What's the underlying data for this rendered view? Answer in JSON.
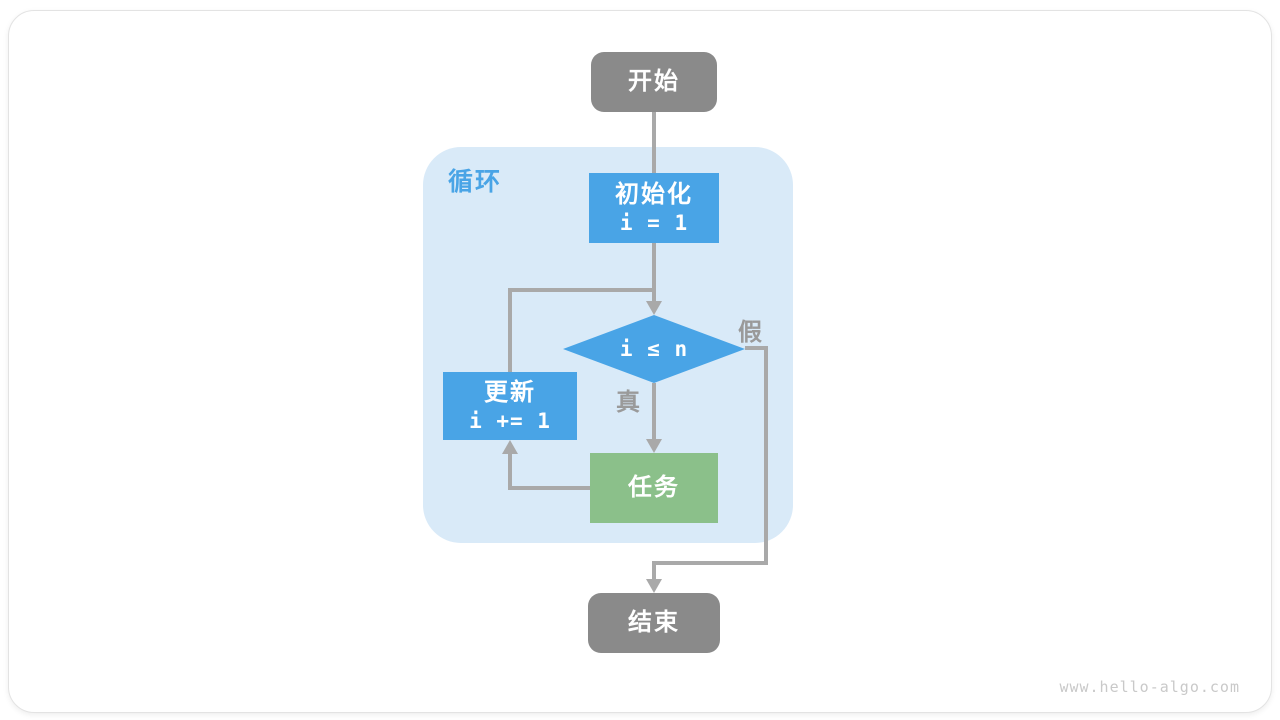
{
  "page": {
    "watermark": "www.hello-algo.com"
  },
  "flowchart": {
    "start": {
      "label": "开始"
    },
    "loop_region": {
      "label": "循环"
    },
    "init": {
      "title": "初始化",
      "code": "i = 1"
    },
    "condition": {
      "label": "i ≤ n"
    },
    "branch_true": {
      "label": "真"
    },
    "branch_false": {
      "label": "假"
    },
    "update": {
      "title": "更新",
      "code": "i += 1"
    },
    "task": {
      "label": "任务"
    },
    "end": {
      "label": "结束"
    },
    "colors": {
      "node_blue": "#49a4e6",
      "node_green": "#8bc08a",
      "node_gray": "#8a8a8a",
      "region_bg": "#d9eaf8",
      "line_gray": "#a9a9a9",
      "label_gray": "#9a9a9a",
      "loop_label_blue": "#49a4e6",
      "watermark_gray": "#c9c9c9"
    }
  }
}
